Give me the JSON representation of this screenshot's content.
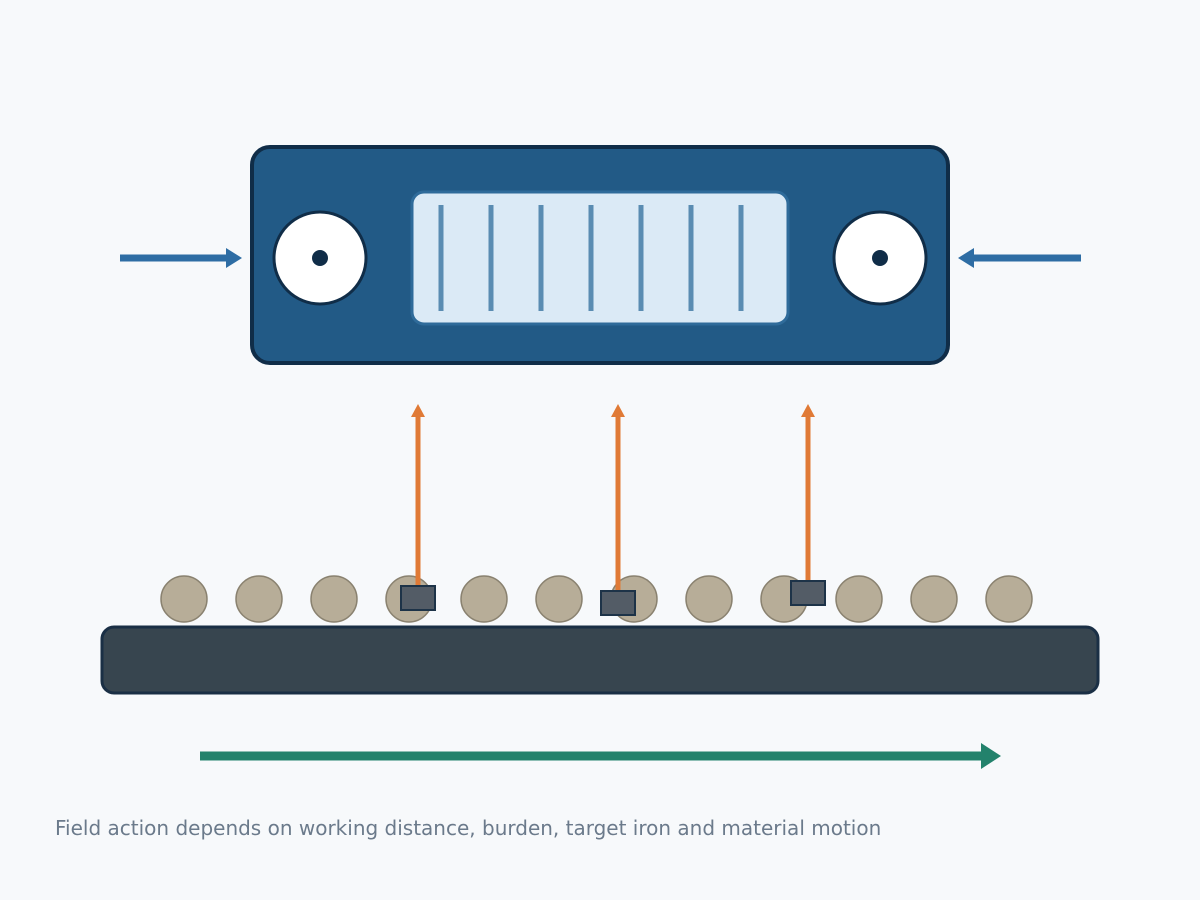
{
  "caption": "Field action depends on working distance, burden, target iron and material motion",
  "colors": {
    "background": "#f7f9fb",
    "magnet_body": "#225a86",
    "magnet_outline": "#102d48",
    "magnet_window": "#dbeaf6",
    "window_lines": "#5a8cb2",
    "pulley_face": "#ffffff",
    "input_arrows": "#2e6da4",
    "attraction_arrows": "#e07a36",
    "conveyor_belt": "#37454f",
    "burden_particles": "#b7ad98",
    "tramp_iron": "#535c66",
    "motion_arrow": "#23826c",
    "caption_text": "#6b7a8b"
  },
  "counts": {
    "window_lines": 7,
    "burden_particles": 12,
    "tramp_iron_pieces": 3
  }
}
